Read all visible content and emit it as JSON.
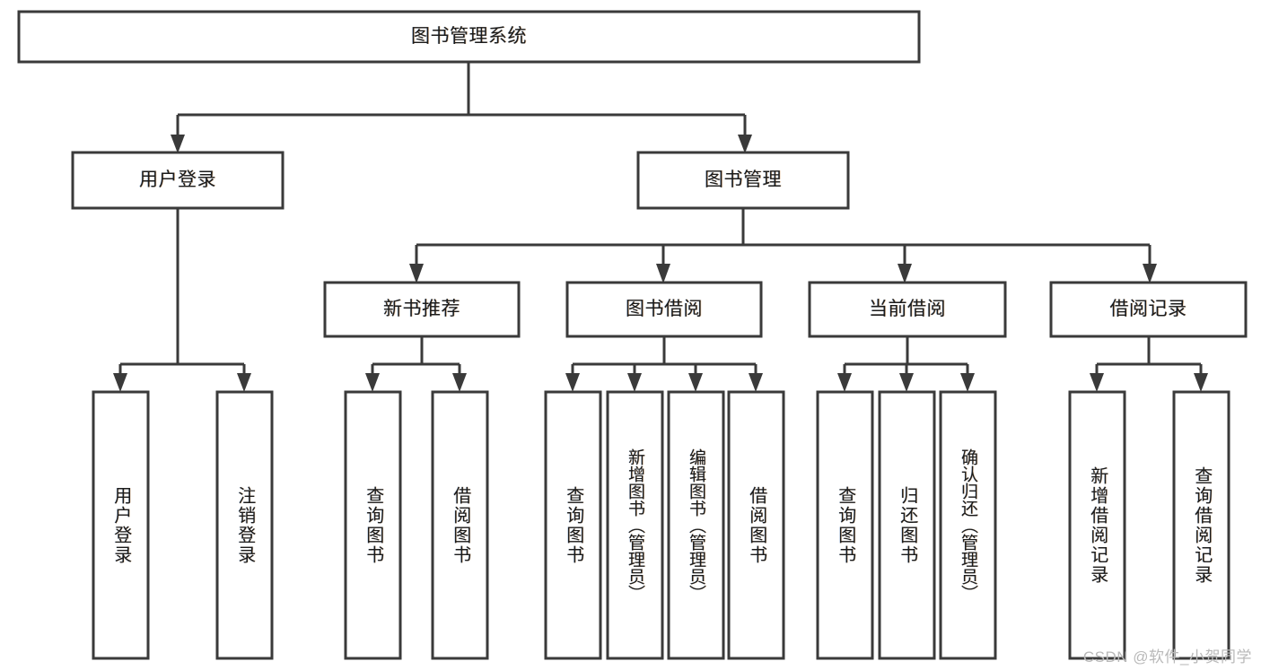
{
  "diagram": {
    "type": "tree-hierarchy",
    "title": "图书管理系统",
    "orientation": "top-down",
    "colors": {
      "box_stroke": "#3a3a3a",
      "box_fill": "#ffffff",
      "connector": "#3a3a3a",
      "text": "#1b1b1b",
      "watermark": "#b9b9b9"
    },
    "nodes": {
      "root": {
        "label": "图书管理系统",
        "level": 0
      },
      "level1": [
        {
          "id": "user-login",
          "label": "用户登录"
        },
        {
          "id": "book-manage",
          "label": "图书管理"
        }
      ],
      "level2": [
        {
          "id": "new-book-recommend",
          "label": "新书推荐",
          "parent": "book-manage"
        },
        {
          "id": "book-borrow",
          "label": "图书借阅",
          "parent": "book-manage"
        },
        {
          "id": "current-borrow",
          "label": "当前借阅",
          "parent": "book-manage"
        },
        {
          "id": "borrow-record",
          "label": "借阅记录",
          "parent": "book-manage"
        }
      ],
      "leaves": [
        {
          "id": "leaf-user-login",
          "label": "用户登录",
          "parent": "user-login"
        },
        {
          "id": "leaf-logout",
          "label": "注销登录",
          "parent": "user-login"
        },
        {
          "id": "leaf-query-book-1",
          "label": "查询图书",
          "parent": "new-book-recommend"
        },
        {
          "id": "leaf-borrow-book-1",
          "label": "借阅图书",
          "parent": "new-book-recommend"
        },
        {
          "id": "leaf-query-book-2",
          "label": "查询图书",
          "parent": "book-borrow"
        },
        {
          "id": "leaf-add-book",
          "label": "新增图书（管理员）",
          "parent": "book-borrow"
        },
        {
          "id": "leaf-edit-book",
          "label": "编辑图书（管理员）",
          "parent": "book-borrow"
        },
        {
          "id": "leaf-borrow-book-2",
          "label": "借阅图书",
          "parent": "book-borrow"
        },
        {
          "id": "leaf-query-book-3",
          "label": "查询图书",
          "parent": "current-borrow"
        },
        {
          "id": "leaf-return-book",
          "label": "归还图书",
          "parent": "current-borrow"
        },
        {
          "id": "leaf-confirm-return",
          "label": "确认归还（管理员）",
          "parent": "current-borrow"
        },
        {
          "id": "leaf-add-record",
          "label": "新增借阅记录",
          "parent": "borrow-record"
        },
        {
          "id": "leaf-query-record",
          "label": "查询借阅记录",
          "parent": "borrow-record"
        }
      ]
    }
  },
  "watermark": {
    "text": "CSDN @软件_小贺同学"
  }
}
